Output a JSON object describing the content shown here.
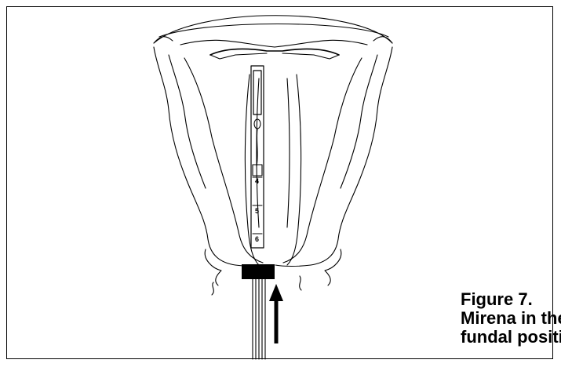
{
  "figure": {
    "caption_lines": [
      "Figure 7.",
      "Mirena in the",
      "fundal position"
    ],
    "tube_marks": [
      "4",
      "5",
      "6"
    ]
  },
  "colors": {
    "line": "#000000",
    "background": "#ffffff"
  },
  "icons": {
    "push_direction": "arrow-up-icon"
  }
}
